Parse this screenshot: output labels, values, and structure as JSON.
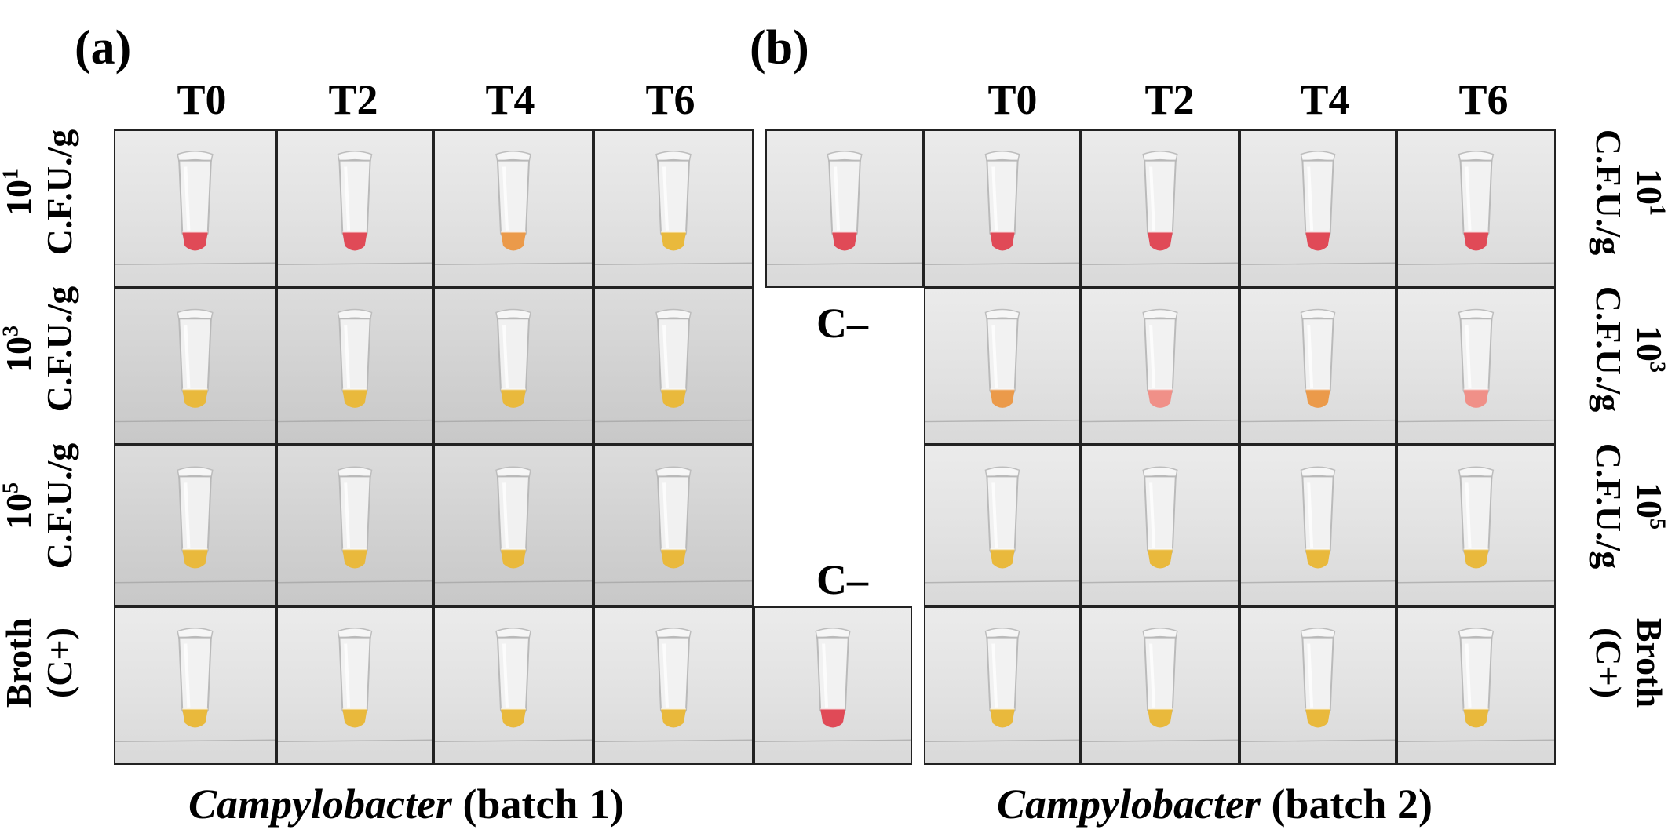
{
  "panel_a": {
    "label": "(a)",
    "columns": [
      "T0",
      "T2",
      "T4",
      "T6"
    ],
    "rows": [
      {
        "conc": "10",
        "exp": "1",
        "unit": "C.F.U./g",
        "colors": [
          "red",
          "red",
          "orange",
          "yellow"
        ]
      },
      {
        "conc": "10",
        "exp": "3",
        "unit": "C.F.U./g",
        "colors": [
          "yellow",
          "yellow",
          "yellow",
          "yellow"
        ]
      },
      {
        "conc": "10",
        "exp": "5",
        "unit": "C.F.U./g",
        "colors": [
          "yellow",
          "yellow",
          "yellow",
          "yellow"
        ]
      },
      {
        "line1": "Broth",
        "line2": "(C+)",
        "colors": [
          "yellow",
          "yellow",
          "yellow",
          "yellow"
        ]
      }
    ],
    "caption_italic": "Campylobacter",
    "caption_rest": " (batch 1)"
  },
  "panel_b": {
    "label": "(b)",
    "columns": [
      "T0",
      "T2",
      "T4",
      "T6"
    ],
    "rows": [
      {
        "conc": "10",
        "exp": "1",
        "unit": "C.F.U./g",
        "colors": [
          "red",
          "red",
          "red",
          "red"
        ]
      },
      {
        "conc": "10",
        "exp": "3",
        "unit": "C.F.U./g",
        "colors": [
          "orange",
          "pink",
          "orange",
          "pink"
        ]
      },
      {
        "conc": "10",
        "exp": "5",
        "unit": "C.F.U./g",
        "colors": [
          "yellow",
          "yellow",
          "yellow",
          "yellow"
        ]
      },
      {
        "line1": "Broth",
        "line2": "(C+)",
        "colors": [
          "yellow",
          "yellow",
          "yellow",
          "yellow"
        ]
      }
    ],
    "caption_italic": "Campylobacter",
    "caption_rest": " (batch 2)"
  },
  "controls": {
    "label_top": "C–",
    "label_bottom": "C–",
    "top_color": "red",
    "bottom_color": "red"
  },
  "liquid_colors": {
    "red": "#e04a57",
    "pink": "#f09088",
    "orange": "#eb9a4a",
    "yellow": "#e9b93c"
  }
}
